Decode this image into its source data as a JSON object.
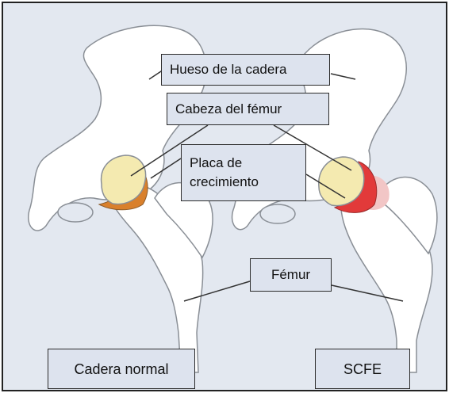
{
  "labels": {
    "hip_bone": "Hueso de la cadera",
    "femoral_head": "Cabeza del fémur",
    "growth_plate": "Placa de crecimiento",
    "growth_plate_line1": "Placa de",
    "growth_plate_line2": "crecimiento",
    "femur": "Fémur",
    "normal_hip": "Cadera normal",
    "scfe": "SCFE"
  },
  "colors": {
    "background": "#e3e8f0",
    "bone_fill": "#ffffff",
    "bone_outline": "#8a8f96",
    "femoral_head": "#f4eab0",
    "growth_plate_normal": "#d9802c",
    "growth_plate_scfe": "#e23a3a",
    "label_box": "#dde3ee"
  }
}
